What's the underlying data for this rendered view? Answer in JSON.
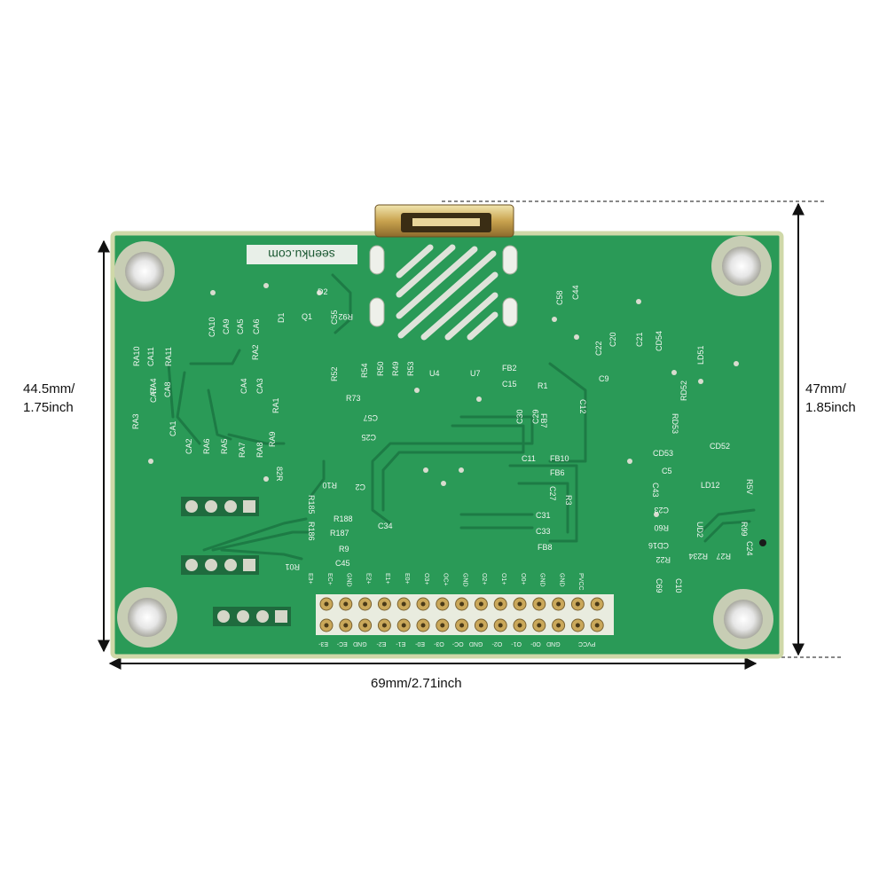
{
  "dimensions": {
    "left_height": [
      "44.5mm/",
      "1.75inch"
    ],
    "right_height": [
      "47mm/",
      "1.85inch"
    ],
    "bottom_width": "69mm/2.71inch"
  },
  "board": {
    "brand_text": "seenku.com",
    "colors": {
      "pcb": "#2a9a57",
      "edge": "#cfd8a8",
      "trace": "#1d7b45",
      "silk": "#f2f7f2",
      "pad": "#c9c9b8",
      "arrow": "#111111"
    },
    "silkscreen": [
      "D2",
      "D1",
      "Q1",
      "C55",
      "R92",
      "C58",
      "C44",
      "CA10",
      "CA9",
      "CA5",
      "CA6",
      "RA10",
      "CA11",
      "RA11",
      "RA2",
      "C20",
      "C22",
      "C21",
      "CD54",
      "LD51",
      "R54",
      "R50",
      "R49",
      "R53",
      "U4",
      "U7",
      "FB2",
      "C15",
      "R1",
      "C9",
      "R52",
      "RA4",
      "CA7",
      "CA8",
      "CA4",
      "CA3",
      "R73",
      "RD52",
      "RD53",
      "C12",
      "RA3",
      "CA1",
      "RA1",
      "C57",
      "C30",
      "C29",
      "FB7",
      "C25",
      "CD52",
      "CA2",
      "RA6",
      "RA5",
      "RA7",
      "RA8",
      "RA9",
      "C11",
      "FB10",
      "CD53",
      "82R",
      "FB6",
      "C5",
      "R10",
      "C2",
      "C27",
      "R3",
      "LD12",
      "R5V",
      "C43",
      "R185",
      "R188",
      "C34",
      "C31",
      "C23",
      "R186",
      "R187",
      "C33",
      "UD2",
      "R60",
      "R99",
      "R9",
      "FB8",
      "CD16",
      "R27",
      "R234",
      "R22",
      "C24",
      "R01",
      "C45",
      "C69",
      "C10"
    ],
    "header_top_labels": [
      "E3+",
      "EC+",
      "GND",
      "E2+",
      "E1+",
      "E0+",
      "O3+",
      "OC+",
      "GND",
      "O2+",
      "O1+",
      "O0+",
      "GND",
      "GND",
      "PVCC"
    ],
    "header_bottom_labels": [
      "E3-",
      "EC-",
      "GND",
      "E2-",
      "E1-",
      "E0-",
      "O3-",
      "OC-",
      "GND",
      "O2-",
      "O1-",
      "O0-",
      "GND",
      "PVCC"
    ]
  }
}
